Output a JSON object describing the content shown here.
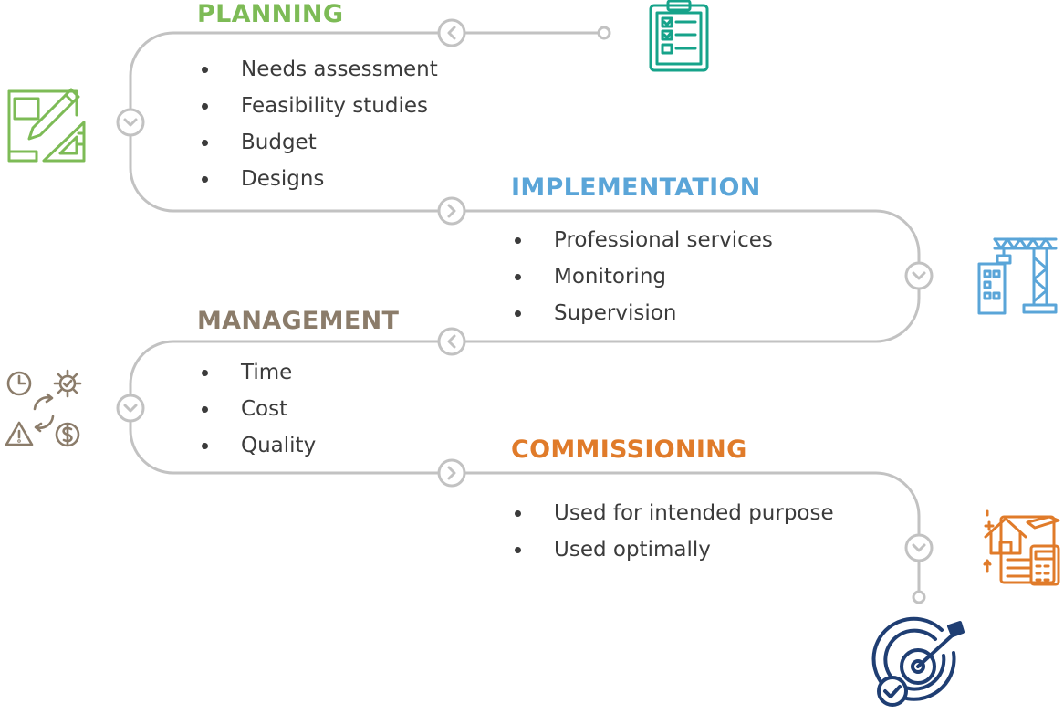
{
  "colors": {
    "path": "#c2c2c2",
    "planning": "#7dbb56",
    "implementation": "#5aa5d8",
    "management": "#8b7c6a",
    "commissioning": "#e07b2a",
    "goal": "#1f3e73",
    "bullet_text": "#3b3b3b"
  },
  "stages": [
    {
      "title": "PLANNING",
      "icon": "blueprint-pencil-icon",
      "secondary_icon": "clipboard-checklist-icon",
      "items": [
        "Needs assessment",
        "Feasibility studies",
        "Budget",
        "Designs"
      ]
    },
    {
      "title": "IMPLEMENTATION",
      "icon": "construction-crane-icon",
      "items": [
        "Professional services",
        "Monitoring",
        "Supervision"
      ]
    },
    {
      "title": "MANAGEMENT",
      "icon": "time-cost-quality-cycle-icon",
      "items": [
        "Time",
        "Cost",
        "Quality"
      ]
    },
    {
      "title": "COMMISSIONING",
      "icon": "house-plans-calculator-icon",
      "items": [
        "Used for intended purpose",
        "Used optimally"
      ]
    }
  ],
  "goal": {
    "icon": "target-arrow-check-icon"
  }
}
